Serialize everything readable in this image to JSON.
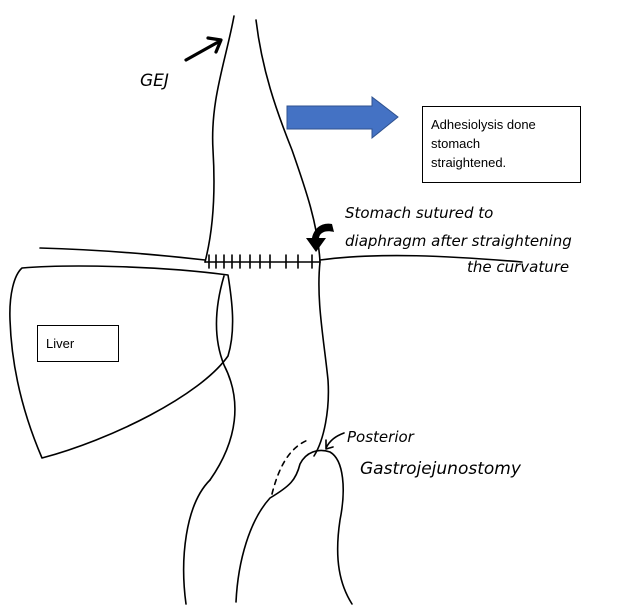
{
  "labels": {
    "gej": "GEJ",
    "sutured_line1": "Stomach sutured to",
    "sutured_line2": "diaphragm after straightening",
    "sutured_line3": "the curvature",
    "posterior": "Posterior",
    "gastrojejunostomy": "Gastrojejunostomy"
  },
  "boxes": {
    "adhesiolysis": [
      "Adhesiolysis done",
      "stomach",
      "straightened."
    ],
    "liver": "Liver"
  },
  "colors": {
    "arrow_fill": "#4472C4",
    "arrow_stroke": "#2F528F",
    "ink": "#000000"
  }
}
